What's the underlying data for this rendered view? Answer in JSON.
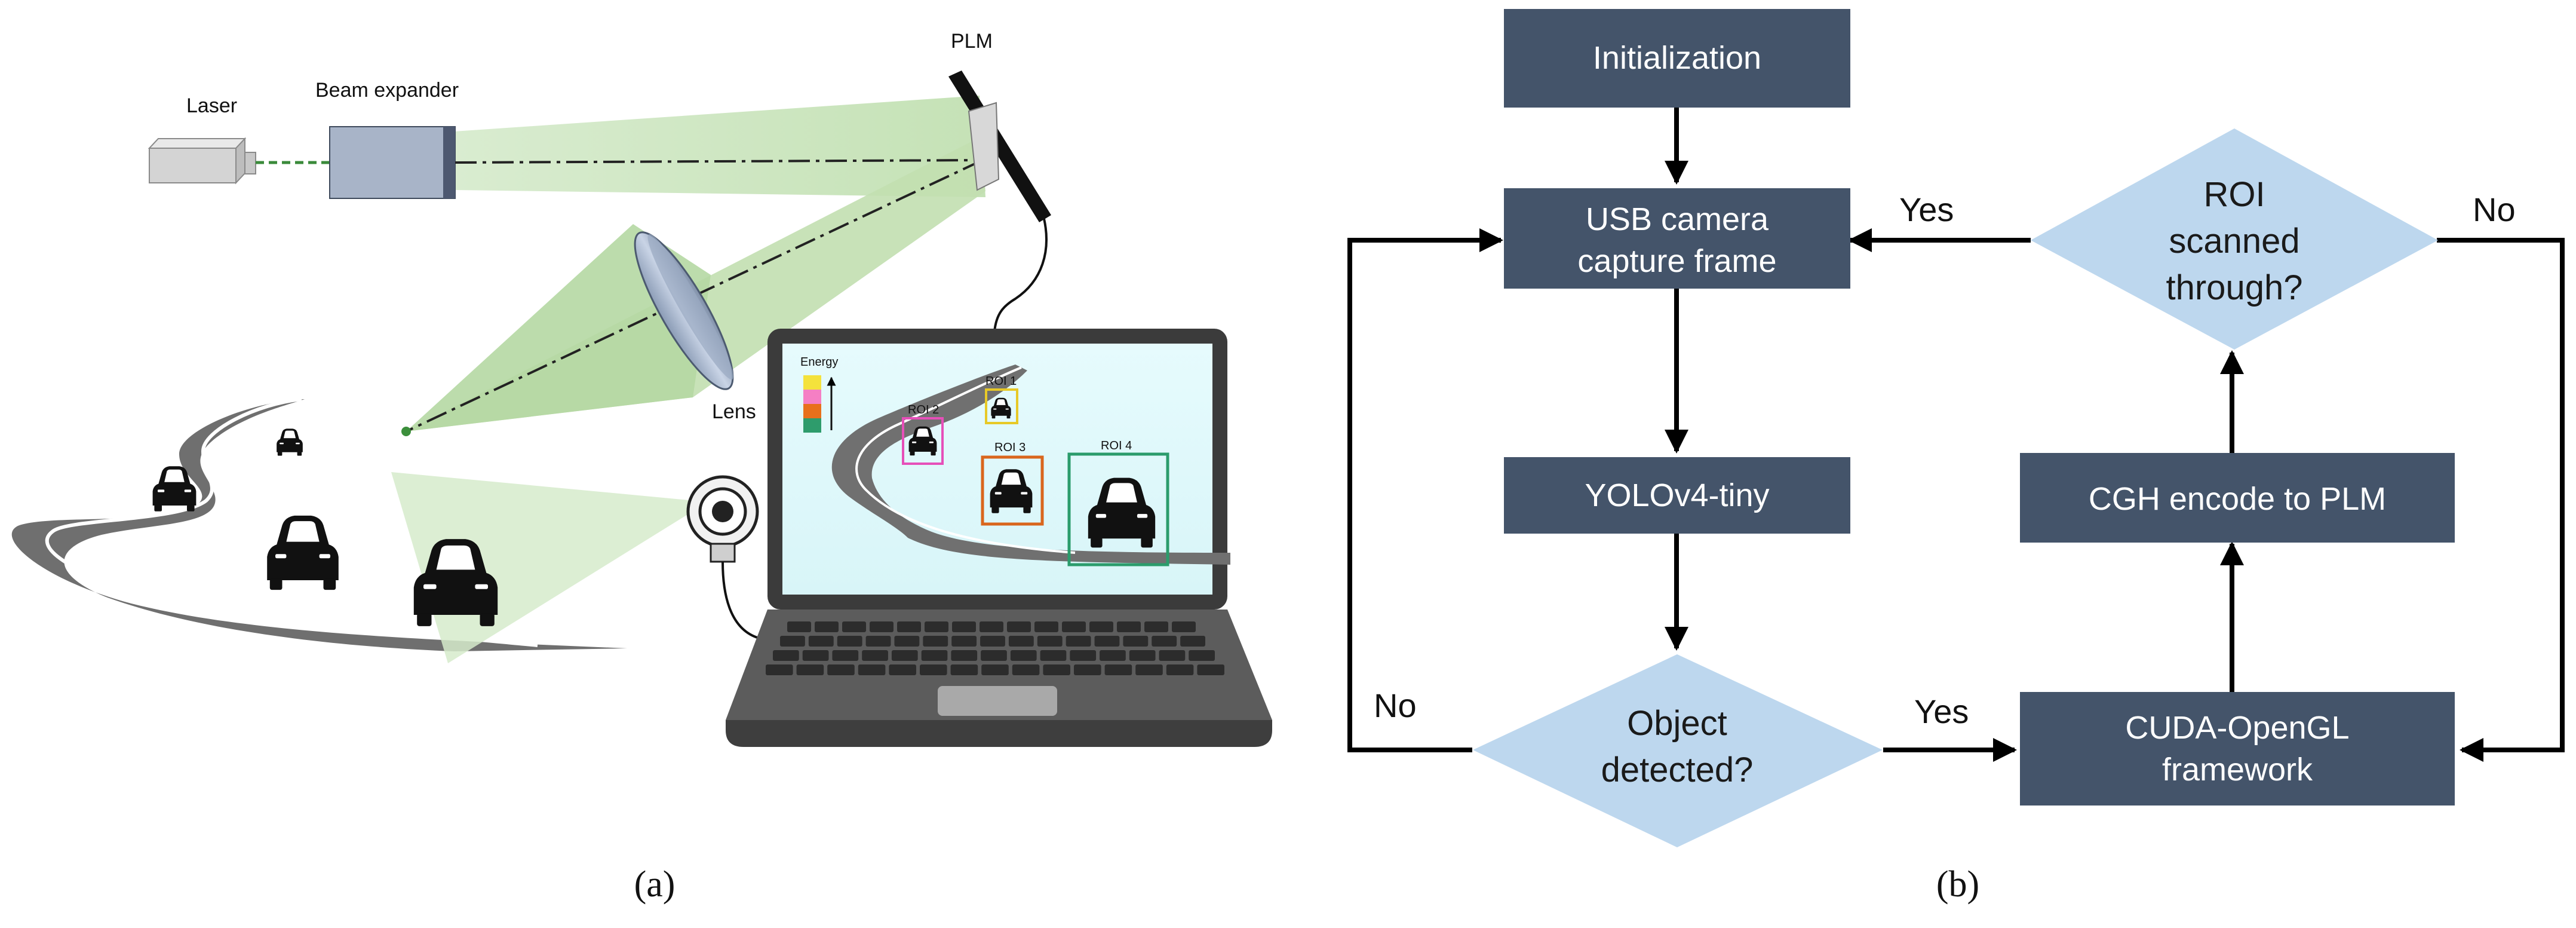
{
  "panel_a": {
    "caption": "(a)",
    "labels": {
      "laser": "Laser",
      "beam_expander": "Beam expander",
      "plm": "PLM",
      "lens": "Lens"
    },
    "screen": {
      "legend_title": "Energy",
      "legend_colors": [
        "#f4e23c",
        "#f57fc4",
        "#e8701c",
        "#2e9c6c"
      ],
      "rois": [
        {
          "label": "ROI 1",
          "color": "#e7c928"
        },
        {
          "label": "ROI 2",
          "color": "#e64fb9"
        },
        {
          "label": "ROI 3",
          "color": "#d9661d"
        },
        {
          "label": "ROI 4",
          "color": "#2b9c6c"
        }
      ]
    }
  },
  "panel_b": {
    "caption": "(b)",
    "nodes": {
      "init": "Initialization",
      "usb": [
        "USB camera",
        "capture frame"
      ],
      "yolo": "YOLOv4-tiny",
      "detected": [
        "Object",
        "detected?"
      ],
      "cuda": [
        "CUDA-OpenGL",
        "framework"
      ],
      "cgh": "CGH encode to PLM",
      "roi": [
        "ROI",
        "scanned",
        "through?"
      ]
    },
    "edges": {
      "yes_roi": "Yes",
      "no_roi": "No",
      "yes_detected": "Yes",
      "no_detected": "No"
    }
  },
  "colors": {
    "box": "#44546a",
    "diamond": "#bdd7ee",
    "beam": "#cfe6c2",
    "road": "#6e6e6e"
  }
}
